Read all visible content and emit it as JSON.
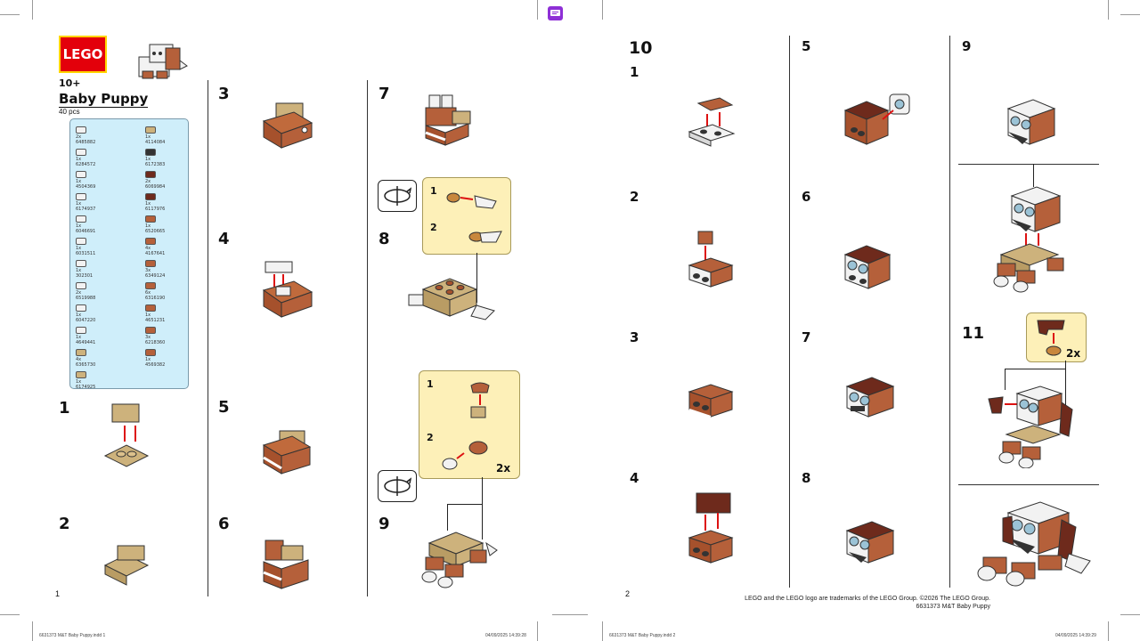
{
  "header": {
    "logo_text": "LEGO",
    "age": "10+",
    "title": "Baby Puppy",
    "pieces": "40 pcs"
  },
  "inventory": [
    {
      "qty": "2x",
      "id": "6485882"
    },
    {
      "qty": "1x",
      "id": "4114084"
    },
    {
      "qty": "1x",
      "id": "6284572"
    },
    {
      "qty": "1x",
      "id": "6172383"
    },
    {
      "qty": "1x",
      "id": "4504369"
    },
    {
      "qty": "2x",
      "id": "6069984"
    },
    {
      "qty": "1x",
      "id": "6174937"
    },
    {
      "qty": "1x",
      "id": "6117976"
    },
    {
      "qty": "1x",
      "id": "6046691"
    },
    {
      "qty": "1x",
      "id": "6520665"
    },
    {
      "qty": "1x",
      "id": "6031511"
    },
    {
      "qty": "4x",
      "id": "4167641"
    },
    {
      "qty": "1x",
      "id": "302301"
    },
    {
      "qty": "3x",
      "id": "6349124"
    },
    {
      "qty": "2x",
      "id": "6519988"
    },
    {
      "qty": "6x",
      "id": "6316190"
    },
    {
      "qty": "1x",
      "id": "6047220"
    },
    {
      "qty": "1x",
      "id": "4651231"
    },
    {
      "qty": "1x",
      "id": "4649441"
    },
    {
      "qty": "3x",
      "id": "6218360"
    },
    {
      "qty": "4x",
      "id": "6365730"
    },
    {
      "qty": "1x",
      "id": "4569382"
    },
    {
      "qty": "1x",
      "id": "6174925"
    }
  ],
  "steps": {
    "s1": "1",
    "s2": "2",
    "s3": "3",
    "s4": "4",
    "s5": "5",
    "s6": "6",
    "s7": "7",
    "s8": "8",
    "s9": "9",
    "p10": "10",
    "p10_1": "1",
    "p10_2": "2",
    "p10_3": "3",
    "p10_4": "4",
    "p10_5": "5",
    "p10_6": "6",
    "p10_7": "7",
    "p10_8": "8",
    "p10_9": "9",
    "s11": "11"
  },
  "callouts": {
    "c8_1": "1",
    "c8_2": "2",
    "c9_1": "1",
    "c9_2": "2",
    "c9_mult": "2x",
    "c11_mult": "2x"
  },
  "page_numbers": {
    "left": "1",
    "right": "2"
  },
  "legal": {
    "line1": "LEGO and the LEGO logo are trademarks of the LEGO Group. ©2026 The LEGO Group.",
    "line2": "6631373 M&T Baby Puppy"
  },
  "footer": {
    "left_file": "6631373 M&T Baby Puppy.indd 1",
    "left_date": "04/09/2025 14:39:28",
    "right_file": "6631373 M&T Baby Puppy.indd 2",
    "right_date": "04/09/2025 14:39:29"
  },
  "colors": {
    "brown": "#b5603a",
    "dark_brown": "#6e2a1c",
    "tan": "#cdb27c",
    "white": "#f4f4f4",
    "callout": "#fdf0b8",
    "inventory_bg": "#cfeefa"
  }
}
